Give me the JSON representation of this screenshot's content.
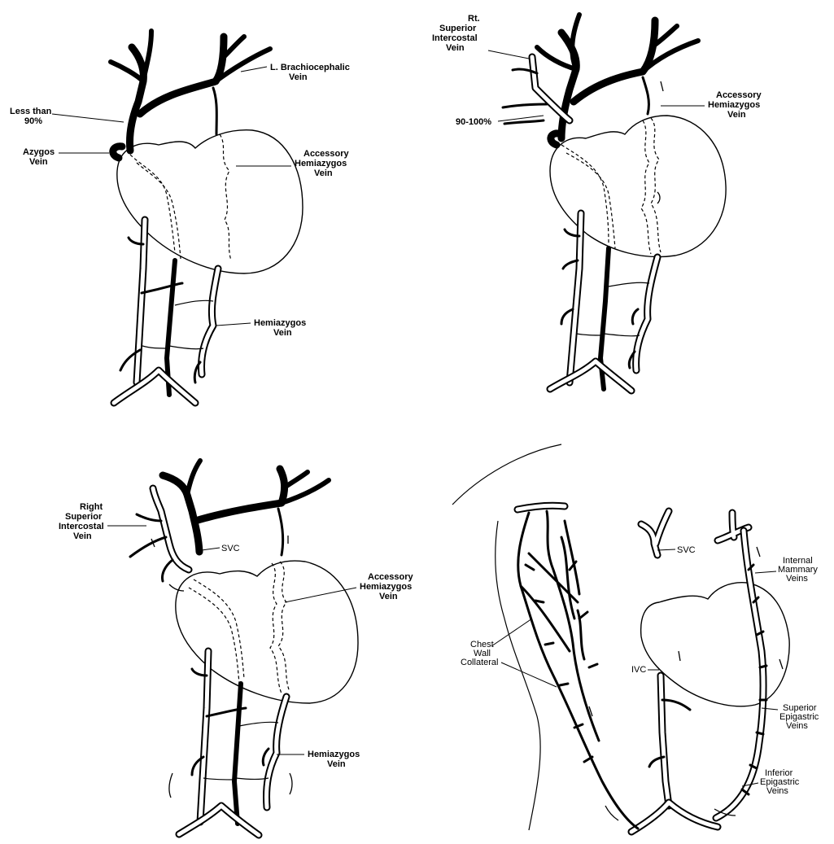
{
  "panels": {
    "top_left": {
      "l_brachiocephalic": "L. Brachiocephalic\nVein",
      "less_than": "Less than\n90%",
      "azygos": "Azygos\nVein",
      "accessory_hemiazygos": "Accessory\nHemiazygos\nVein",
      "hemiazygos": "Hemiazygos\nVein"
    },
    "top_right": {
      "rt_superior_intercostal": "Rt.\nSuperior\nIntercostal\nVein",
      "percent": "90-100%",
      "accessory_hemiazygos": "Accessory\nHemiazygos\nVein"
    },
    "bottom_left": {
      "right_superior_intercostal": "Right\nSuperior\nIntercostal\nVein",
      "svc": "SVC",
      "accessory_hemiazygos": "Accessory\nHemiazygos\nVein",
      "hemiazygos": "Hemiazygos\nVein"
    },
    "bottom_right": {
      "svc": "SVC",
      "internal_mammary": "Internal\nMammary\nVeins",
      "chest_wall_collateral": "Chest\nWall\nCollateral",
      "ivc": "IVC",
      "superior_epigastric": "Superior\nEpigastric\nVeins",
      "inferior_epigastric": "Inferior\nEpigastric\nVeins"
    }
  }
}
